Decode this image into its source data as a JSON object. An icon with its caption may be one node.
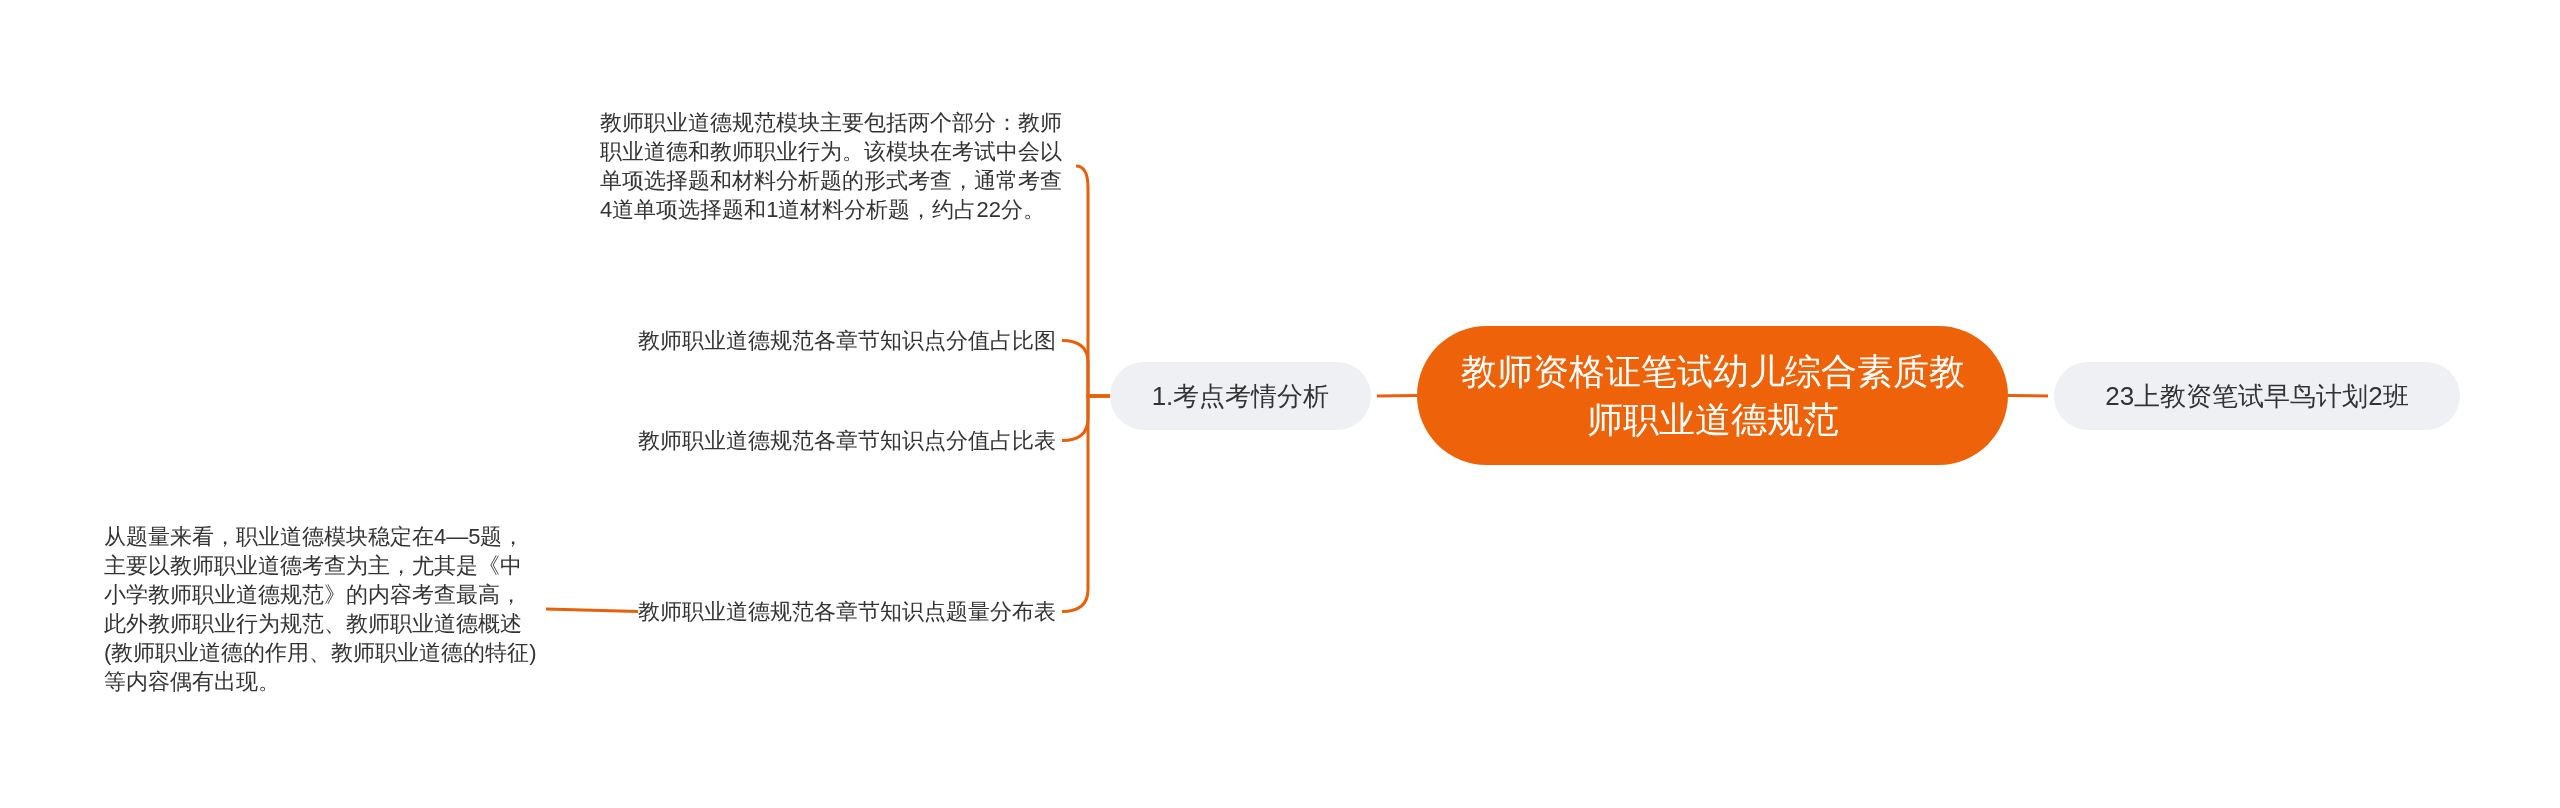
{
  "diagram": {
    "nodes": [
      {
        "text": [
          "教师资格证笔试幼儿综合素质教师职业道德规范"
        ]
      },
      {
        "text": [
          "23上教资笔试早鸟计划2班"
        ]
      },
      {
        "text": [
          "1.考点考情分析"
        ]
      },
      {
        "text": [
          "教师职业道德规范模块主要包括两个部分：教师职业道德和教师职业行为。该模块在考试中会以单项选择题和材料分析题的形式考查，通常考查4道单项选择题和1道材料分析题，约占22分。"
        ]
      },
      {
        "text": [
          "教师职业道德规范各章节知识点分值占比图"
        ]
      },
      {
        "text": [
          "教师职业道德规范各章节知识点分值占比表"
        ]
      },
      {
        "text": [
          "教师职业道德规范各章节知识点题量分布表"
        ]
      },
      {
        "text": [
          "从题量来看，职业道德模块稳定在4—5题，主要以教师职业道德考查为主，尤其是《中小学教师职业道德规范》的内容考查最高，此外教师职业行为规范、教师职业道德概述(教师职业道德的作用、教师职业道德的特征)等内容偶有出现。"
        ]
      }
    ],
    "edges": [
      {
        "from": 0,
        "to": 1,
        "arrow": "none"
      },
      {
        "from": 0,
        "to": 2,
        "arrow": "none"
      },
      {
        "from": 2,
        "to": 3,
        "arrow": "none"
      },
      {
        "from": 2,
        "to": 4,
        "arrow": "none"
      },
      {
        "from": 2,
        "to": 5,
        "arrow": "none"
      },
      {
        "from": 2,
        "to": 6,
        "arrow": "none"
      },
      {
        "from": 6,
        "to": 7,
        "arrow": "none"
      }
    ]
  }
}
